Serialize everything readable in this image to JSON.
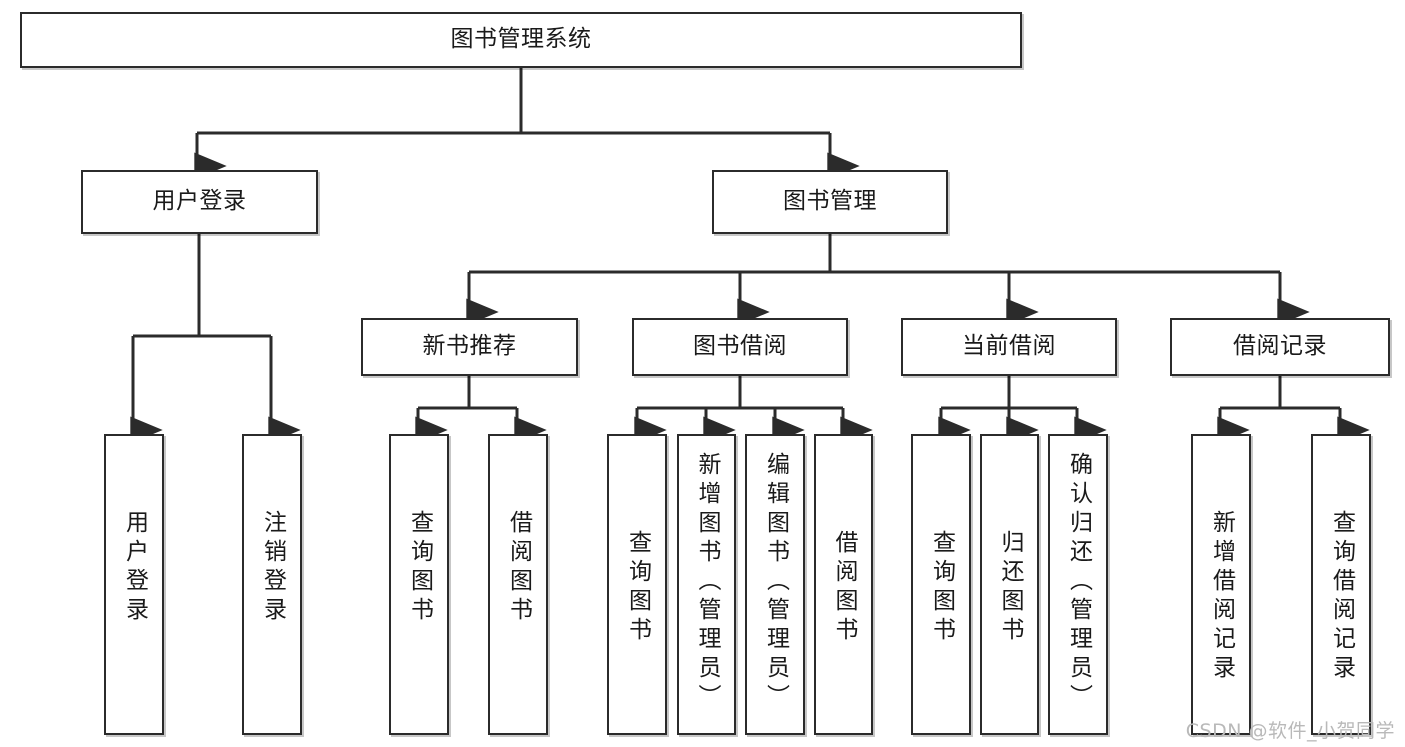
{
  "diagram": {
    "title": "图书管理系统",
    "type": "hierarchy-tree",
    "root": {
      "id": "root",
      "label": "图书管理系统"
    },
    "level2": [
      {
        "id": "user-login",
        "label": "用户登录"
      },
      {
        "id": "book-manage",
        "label": "图书管理"
      }
    ],
    "level3": [
      {
        "id": "new-book-recommend",
        "label": "新书推荐",
        "parent": "book-manage"
      },
      {
        "id": "book-borrow",
        "label": "图书借阅",
        "parent": "book-manage"
      },
      {
        "id": "current-borrow",
        "label": "当前借阅",
        "parent": "book-manage"
      },
      {
        "id": "borrow-record",
        "label": "借阅记录",
        "parent": "book-manage"
      }
    ],
    "leaves": [
      {
        "id": "leaf-user-login",
        "label": "用户登录",
        "parent": "user-login"
      },
      {
        "id": "leaf-logout-login",
        "label": "注销登录",
        "parent": "user-login"
      },
      {
        "id": "leaf-query-book-1",
        "label": "查询图书",
        "parent": "new-book-recommend"
      },
      {
        "id": "leaf-borrow-book-1",
        "label": "借阅图书",
        "parent": "new-book-recommend"
      },
      {
        "id": "leaf-query-book-2",
        "label": "查询图书",
        "parent": "book-borrow"
      },
      {
        "id": "leaf-add-book",
        "label": "新增图书（管理员）",
        "parent": "book-borrow"
      },
      {
        "id": "leaf-edit-book",
        "label": "编辑图书（管理员）",
        "parent": "book-borrow"
      },
      {
        "id": "leaf-borrow-book-2",
        "label": "借阅图书",
        "parent": "book-borrow"
      },
      {
        "id": "leaf-query-book-3",
        "label": "查询图书",
        "parent": "current-borrow"
      },
      {
        "id": "leaf-return-book",
        "label": "归还图书",
        "parent": "current-borrow"
      },
      {
        "id": "leaf-confirm-return",
        "label": "确认归还（管理员）",
        "parent": "current-borrow"
      },
      {
        "id": "leaf-add-record",
        "label": "新增借阅记录",
        "parent": "borrow-record"
      },
      {
        "id": "leaf-query-record",
        "label": "查询借阅记录",
        "parent": "borrow-record"
      }
    ]
  },
  "watermark": {
    "text": "CSDN @软件_小贺同学"
  },
  "colors": {
    "stroke": "#2b2b2b",
    "box_fill": "#ffffff",
    "text": "#1a1a1a",
    "watermark": "#b9b9b9",
    "background": "#ffffff"
  }
}
